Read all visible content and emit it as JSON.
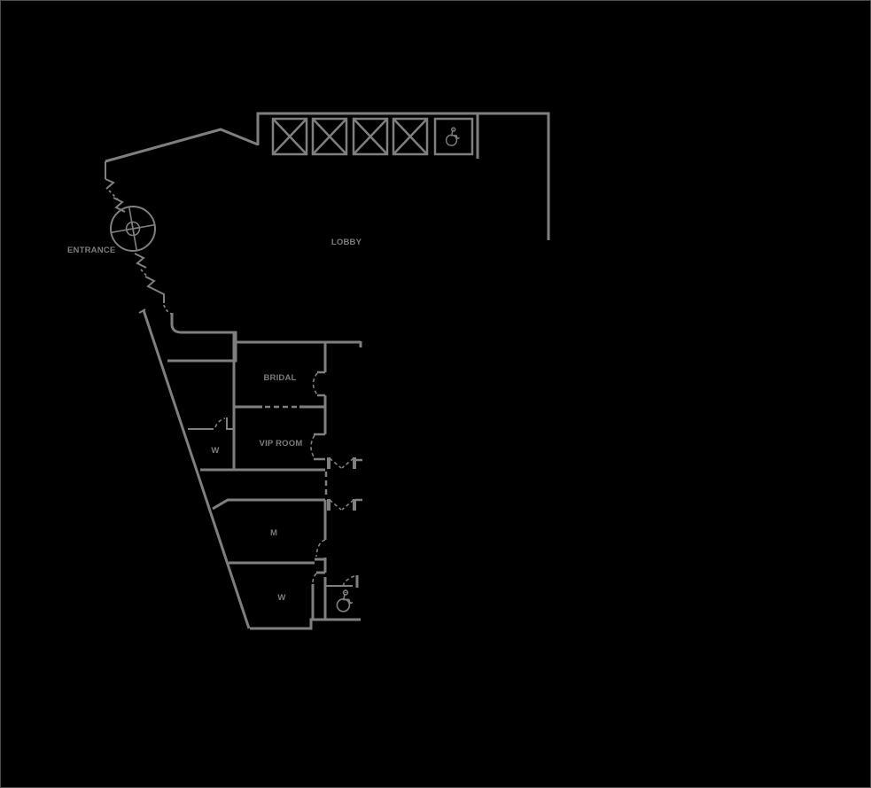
{
  "canvas": {
    "background": "#000000",
    "line_color": "#7f7f7f",
    "border_color": "#4d4d4d"
  },
  "labels": {
    "entrance": "ENTRANCE",
    "lobby": "LOBBY",
    "bridal": "BRIDAL",
    "vip_room": "VIP ROOM",
    "restroom_w_upper": "W",
    "restroom_m": "M",
    "restroom_w_lower": "W"
  },
  "icons": {
    "elevator_shaft": "elevator-x-icon",
    "accessible_elevator": "wheelchair-icon",
    "accessible_restroom": "wheelchair-icon",
    "revolving_door": "revolving-door-icon"
  },
  "counts": {
    "standard_elevators": 4,
    "accessible_elevators": 1
  }
}
